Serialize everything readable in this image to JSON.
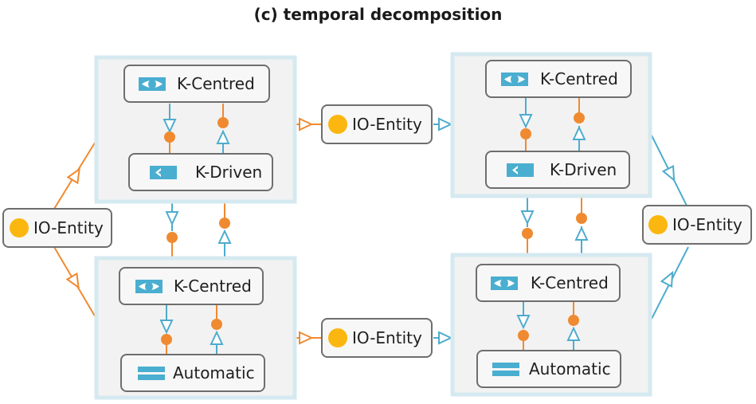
{
  "title": "(c) temporal decomposition",
  "nodes": {
    "io_left": "IO-Entity",
    "io_top_mid": "IO-Entity",
    "io_bottom_mid": "IO-Entity",
    "io_right": "IO-Entity",
    "tl_k_centred": "K-Centred",
    "tl_k_driven": "K-Driven",
    "bl_k_centred": "K-Centred",
    "bl_automatic": "Automatic",
    "tr_k_centred": "K-Centred",
    "tr_k_driven": "K-Driven",
    "br_k_centred": "K-Centred",
    "br_automatic": "Automatic"
  },
  "icons": {
    "k_centred": "eye-icon",
    "k_driven": "chevron-left-icon",
    "automatic": "equals-icon",
    "io_entity": "circle-icon"
  },
  "colors": {
    "container_fill": "#f2f2f2",
    "container_border": "#d5e9f0",
    "node_border": "#6e6e6e",
    "orange": "#f08a30",
    "blue": "#4eaccd",
    "io_dot": "#fbb70f"
  }
}
